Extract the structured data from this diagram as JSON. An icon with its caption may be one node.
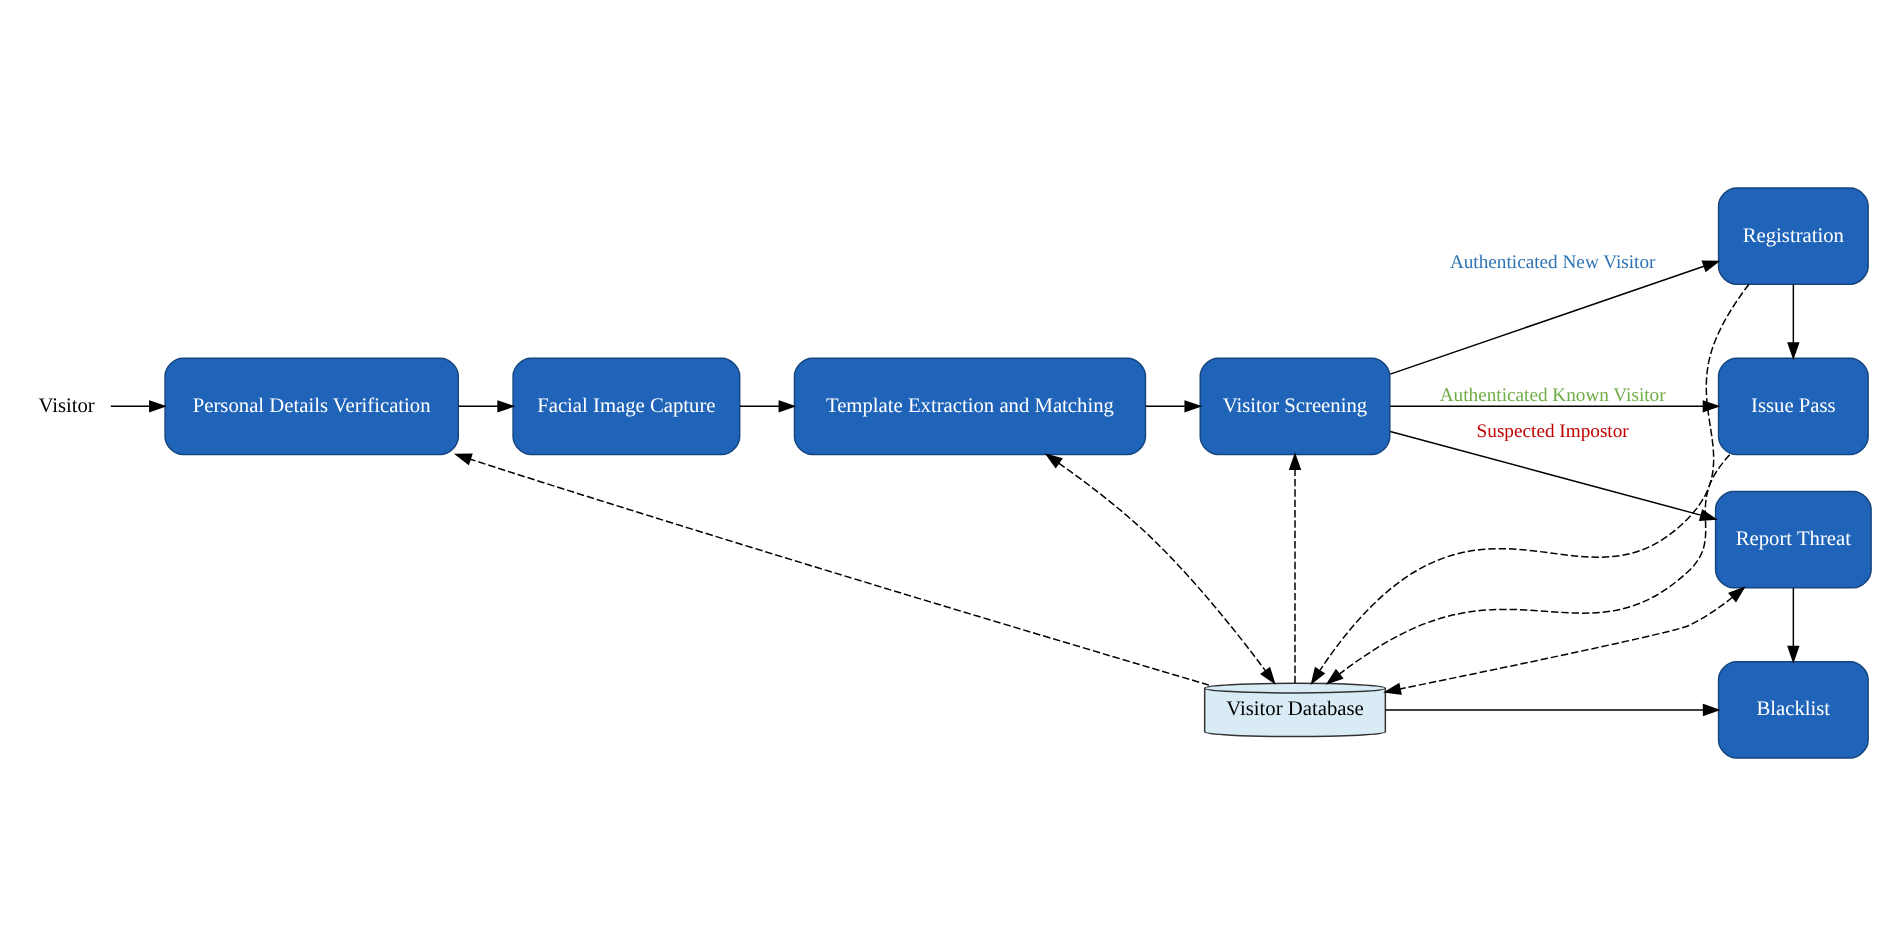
{
  "diagram": {
    "nodes": [
      {
        "text": [
          "Visitor"
        ]
      },
      {
        "text": [
          "Personal Details Verification"
        ]
      },
      {
        "text": [
          "Facial Image Capture"
        ]
      },
      {
        "text": [
          "Template Extraction and Matching"
        ]
      },
      {
        "text": [
          "Visitor Screening"
        ]
      },
      {
        "text": [
          "Registration"
        ]
      },
      {
        "text": [
          "Issue Pass"
        ]
      },
      {
        "text": [
          "Report Threat"
        ]
      },
      {
        "text": [
          "Blacklist"
        ]
      },
      {
        "text": [
          "Visitor Database"
        ]
      }
    ],
    "edges": [
      {
        "from": 0,
        "to": 1,
        "arrow": "to"
      },
      {
        "from": 1,
        "to": 2,
        "arrow": "to"
      },
      {
        "from": 2,
        "to": 3,
        "arrow": "to"
      },
      {
        "from": 3,
        "to": 4,
        "arrow": "to"
      },
      {
        "from": 4,
        "to": 5,
        "arrow": "to",
        "label": "Authenticated New Visitor"
      },
      {
        "from": 4,
        "to": 6,
        "arrow": "to",
        "label": "Authenticated Known Visitor"
      },
      {
        "from": 4,
        "to": 7,
        "arrow": "to",
        "label": "Suspected Impostor"
      },
      {
        "from": 5,
        "to": 6,
        "arrow": "to"
      },
      {
        "from": 7,
        "to": 8,
        "arrow": "to"
      },
      {
        "from": 9,
        "to": 8,
        "arrow": "to"
      },
      {
        "from": 3,
        "to": 9,
        "arrow": "both",
        "style": "dashed"
      },
      {
        "from": 9,
        "to": 4,
        "arrow": "to",
        "style": "dashed"
      },
      {
        "from": 7,
        "to": 9,
        "arrow": "both",
        "style": "dashed"
      },
      {
        "from": 9,
        "to": 1,
        "arrow": "to",
        "style": "dashed"
      },
      {
        "from": 5,
        "to": 9,
        "arrow": "to",
        "style": "dashed"
      },
      {
        "from": 6,
        "to": 9,
        "arrow": "to",
        "style": "dashed"
      }
    ]
  }
}
